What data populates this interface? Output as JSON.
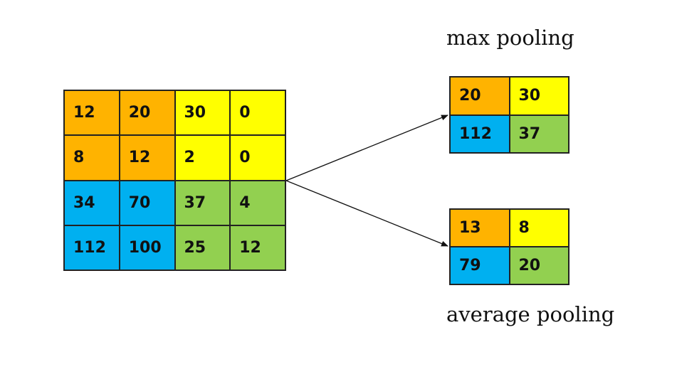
{
  "colors": {
    "orange": "#FFB300",
    "yellow": "#FFFF00",
    "blue": "#00B0F0",
    "green": "#92D050"
  },
  "input_matrix": [
    [
      {
        "v": "12",
        "c": "orange"
      },
      {
        "v": "20",
        "c": "orange"
      },
      {
        "v": "30",
        "c": "yellow"
      },
      {
        "v": "0",
        "c": "yellow"
      }
    ],
    [
      {
        "v": "8",
        "c": "orange"
      },
      {
        "v": "12",
        "c": "orange"
      },
      {
        "v": "2",
        "c": "yellow"
      },
      {
        "v": "0",
        "c": "yellow"
      }
    ],
    [
      {
        "v": "34",
        "c": "blue"
      },
      {
        "v": "70",
        "c": "blue"
      },
      {
        "v": "37",
        "c": "green"
      },
      {
        "v": "4",
        "c": "green"
      }
    ],
    [
      {
        "v": "112",
        "c": "blue"
      },
      {
        "v": "100",
        "c": "blue"
      },
      {
        "v": "25",
        "c": "green"
      },
      {
        "v": "12",
        "c": "green"
      }
    ]
  ],
  "max_pooling": {
    "label": "max pooling",
    "matrix": [
      [
        {
          "v": "20",
          "c": "orange"
        },
        {
          "v": "30",
          "c": "yellow"
        }
      ],
      [
        {
          "v": "112",
          "c": "blue"
        },
        {
          "v": "37",
          "c": "green"
        }
      ]
    ]
  },
  "average_pooling": {
    "label": "average pooling",
    "matrix": [
      [
        {
          "v": "13",
          "c": "orange"
        },
        {
          "v": "8",
          "c": "yellow"
        }
      ],
      [
        {
          "v": "79",
          "c": "blue"
        },
        {
          "v": "20",
          "c": "green"
        }
      ]
    ]
  }
}
